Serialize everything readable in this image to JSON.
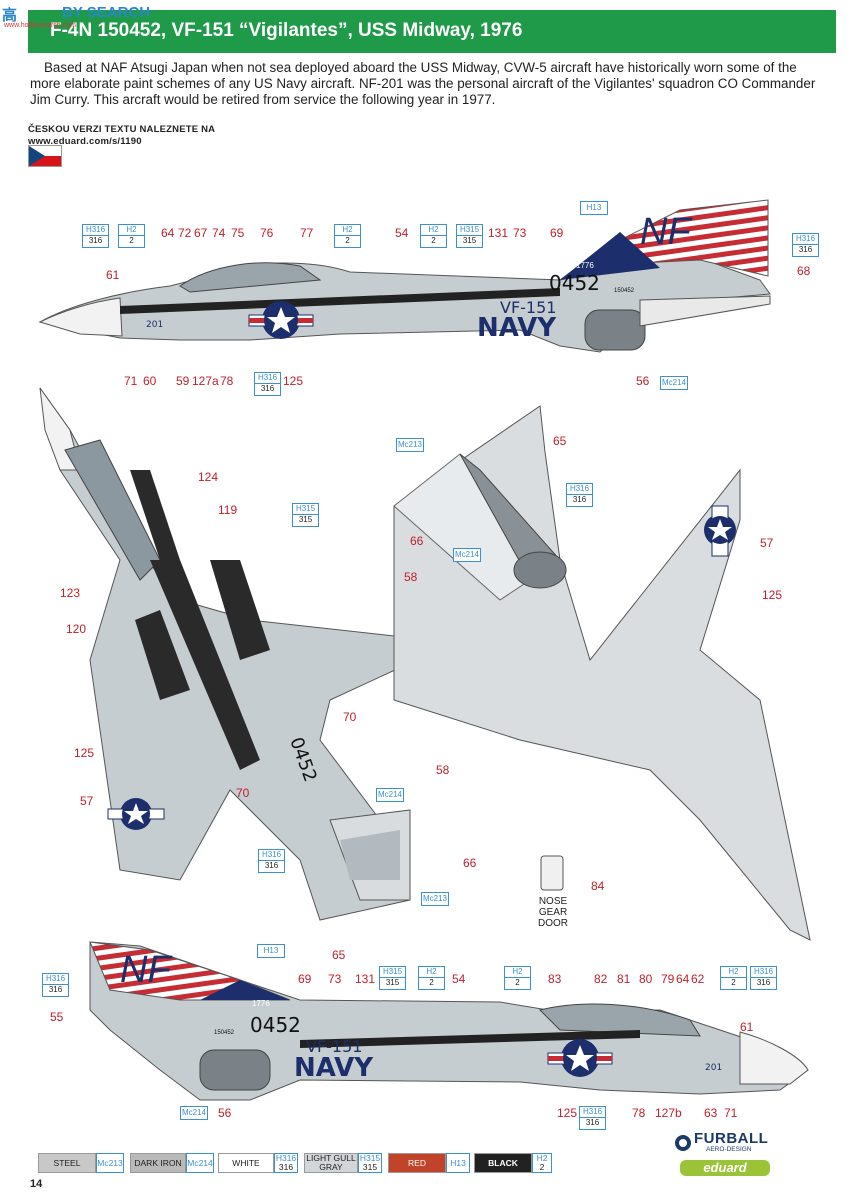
{
  "header": {
    "title": "F-4N 150452, VF-151 “Vigilantes”, USS Midway, 1976",
    "watermark_cn": "高",
    "watermark_en": "BY SEARCH",
    "watermark_url": "www.hobbysearch.com"
  },
  "intro_text": "Based at NAF Atsugi Japan when not sea deployed aboard the USS Midway, CVW-5 aircraft have historically worn some of the more elaborate paint schemes of any US Navy aircraft. NF-201 was the personal aircraft of the Vigilantes' squadron CO Commander Jim Curry. This arcraft would be retired from service the following year in 1977.",
  "czech": {
    "line1": "ČESKOU VERZI TEXTU NALEZNETE NA",
    "line2": "www.eduard.com/s/1190"
  },
  "aircraft_markings": {
    "tail_code": "NF",
    "tail_year": "1776",
    "modex": "0452",
    "squadron": "VF-151",
    "service": "NAVY",
    "bureau_no": "150452",
    "nose_number": "201",
    "wing_number": "0452"
  },
  "side_top": {
    "boxes": [
      {
        "t": "H316",
        "b": "316"
      },
      {
        "t": "H2",
        "b": "2"
      },
      {
        "t": "H2",
        "b": "2"
      },
      {
        "t": "H2",
        "b": "2"
      },
      {
        "t": "H315",
        "b": "315"
      },
      {
        "t": "H13",
        "b": ""
      },
      {
        "t": "H316",
        "b": "316"
      },
      {
        "t": "H316",
        "b": "316"
      },
      {
        "t": "Mc214",
        "b": ""
      }
    ],
    "callouts": [
      "61",
      "64",
      "72",
      "67",
      "74",
      "75",
      "76",
      "77",
      "54",
      "131",
      "73",
      "69",
      "68",
      "71",
      "60",
      "59",
      "127a",
      "78",
      "125",
      "56"
    ]
  },
  "planform": {
    "boxes": [
      {
        "t": "H315",
        "b": "315"
      },
      {
        "t": "Mc214",
        "b": ""
      },
      {
        "t": "H316",
        "b": "316"
      },
      {
        "t": "Mc213",
        "b": ""
      },
      {
        "t": "Mc213",
        "b": ""
      },
      {
        "t": "Mc214",
        "b": ""
      },
      {
        "t": "H316",
        "b": "316"
      }
    ],
    "callouts": [
      "124",
      "119",
      "123",
      "58",
      "120",
      "70",
      "125",
      "57",
      "70",
      "66",
      "65",
      "65",
      "66",
      "57",
      "125",
      "58",
      "84"
    ]
  },
  "nose_gear_door": "NOSE GEAR DOOR",
  "side_bottom": {
    "boxes": [
      {
        "t": "H13",
        "b": ""
      },
      {
        "t": "H316",
        "b": "316"
      },
      {
        "t": "H315",
        "b": "315"
      },
      {
        "t": "H2",
        "b": "2"
      },
      {
        "t": "H2",
        "b": "2"
      },
      {
        "t": "H2",
        "b": "2"
      },
      {
        "t": "H316",
        "b": "316"
      },
      {
        "t": "Mc214",
        "b": ""
      },
      {
        "t": "H316",
        "b": "316"
      }
    ],
    "callouts": [
      "55",
      "69",
      "73",
      "131",
      "54",
      "83",
      "82",
      "81",
      "80",
      "79",
      "64",
      "62",
      "61",
      "56",
      "125",
      "78",
      "127b",
      "63",
      "71"
    ]
  },
  "legend": [
    {
      "name": "STEEL",
      "code": "Mc213",
      "code2": "",
      "color": "#c8c8c8"
    },
    {
      "name": "DARK IRON",
      "code": "Mc214",
      "code2": "",
      "color": "#b9b9b9"
    },
    {
      "name": "WHITE",
      "code": "H316",
      "code2": "316",
      "color": "#ffffff"
    },
    {
      "name": "LIGHT GULL GRAY",
      "code": "H315",
      "code2": "315",
      "color": "#d2d6d8"
    },
    {
      "name": "RED",
      "code": "H13",
      "code2": "",
      "color": "#c1442a"
    },
    {
      "name": "BLACK",
      "code": "H2",
      "code2": "2",
      "color": "#222222"
    }
  ],
  "page_number": "14",
  "logos": {
    "furball": "FURBALL",
    "furball_sub": "AERO-DESIGN",
    "eduard": "eduard"
  },
  "colors": {
    "header_green": "#1f9a49",
    "callout_red": "#c0202a",
    "box_blue": "#3a90d0",
    "aircraft_gray": "#c5cdd0"
  }
}
